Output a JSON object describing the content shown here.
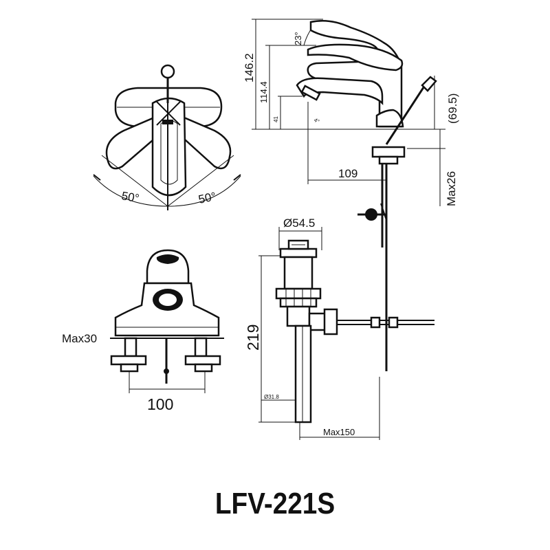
{
  "title": "LFV-221S",
  "dimensions": {
    "handle_angle_left": "50°",
    "handle_angle_right": "50°",
    "spout_tilt": "23°",
    "total_height": "146.2",
    "spout_height": "114.4",
    "small_height": "41",
    "outlet_angle": "4°",
    "spout_reach": "109",
    "lever_height": "(69.5)",
    "max_deck": "Max26",
    "drain_top_dia": "Ø54.5",
    "drain_length": "219",
    "drain_tail_dia": "Ø31.8",
    "drain_max_offset": "Max150",
    "max_thickness": "Max30",
    "hole_spacing": "100"
  },
  "views": [
    "top-view",
    "side-view",
    "front-view",
    "drain-view"
  ]
}
